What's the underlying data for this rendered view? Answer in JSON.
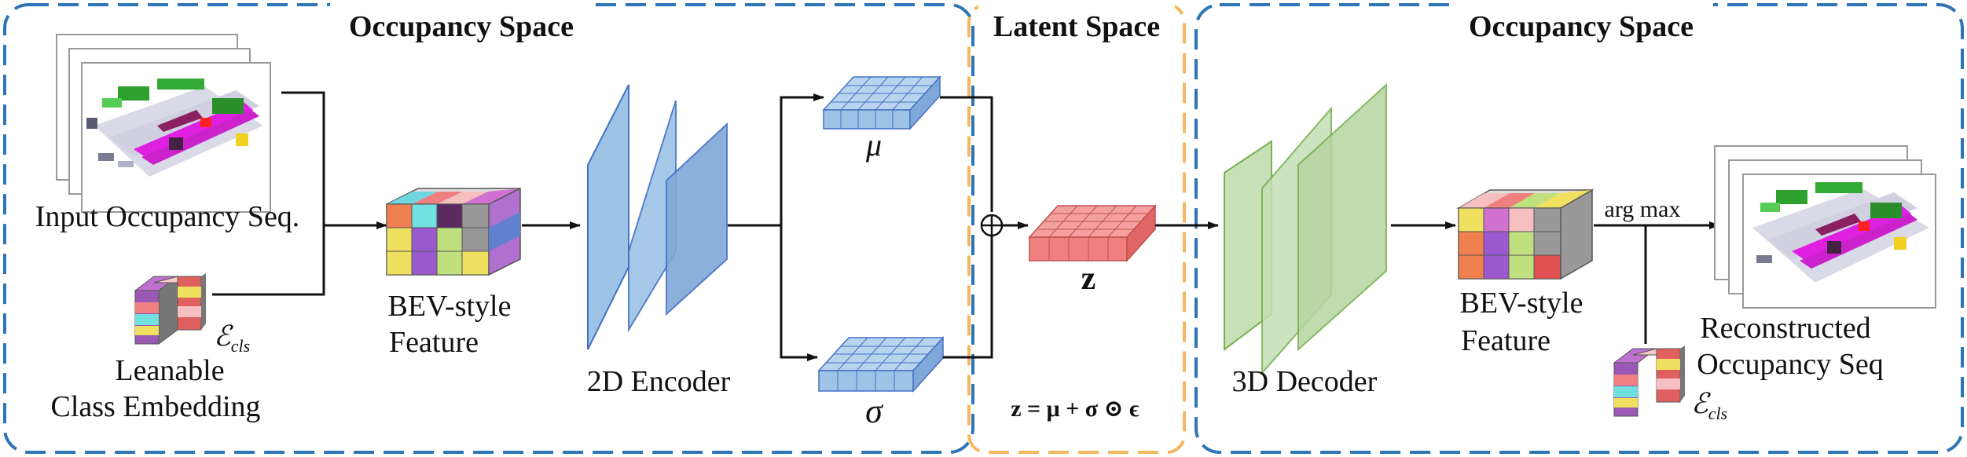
{
  "regions": {
    "left_title": "Occupancy Space",
    "middle_title": "Latent Space",
    "right_title": "Occupancy Space"
  },
  "labels": {
    "input_seq": "Input Occupancy Seq.",
    "class_embedding_line1": "Leanable",
    "class_embedding_line2": "Class Embedding",
    "eps_cls": "ℰ",
    "eps_cls_sub": "cls",
    "bev_line1": "BEV-style",
    "bev_line2": "Feature",
    "encoder": "2D Encoder",
    "mu": "μ",
    "sigma": "σ",
    "z": "z",
    "formula": "z = μ + σ ⊙ ϵ",
    "decoder": "3D Decoder",
    "argmax": "arg max",
    "recon_line1": "Reconstructed",
    "recon_line2": "Occupancy Seq"
  },
  "colors": {
    "dashed_blue": "#2e75b6",
    "dashed_orange": "#f4b860",
    "encoder_fill": "#9dc3e6",
    "decoder_fill": "#c5dfb4",
    "mu_sigma_fill": "#9dc3e6",
    "z_fill": "#f08080"
  }
}
